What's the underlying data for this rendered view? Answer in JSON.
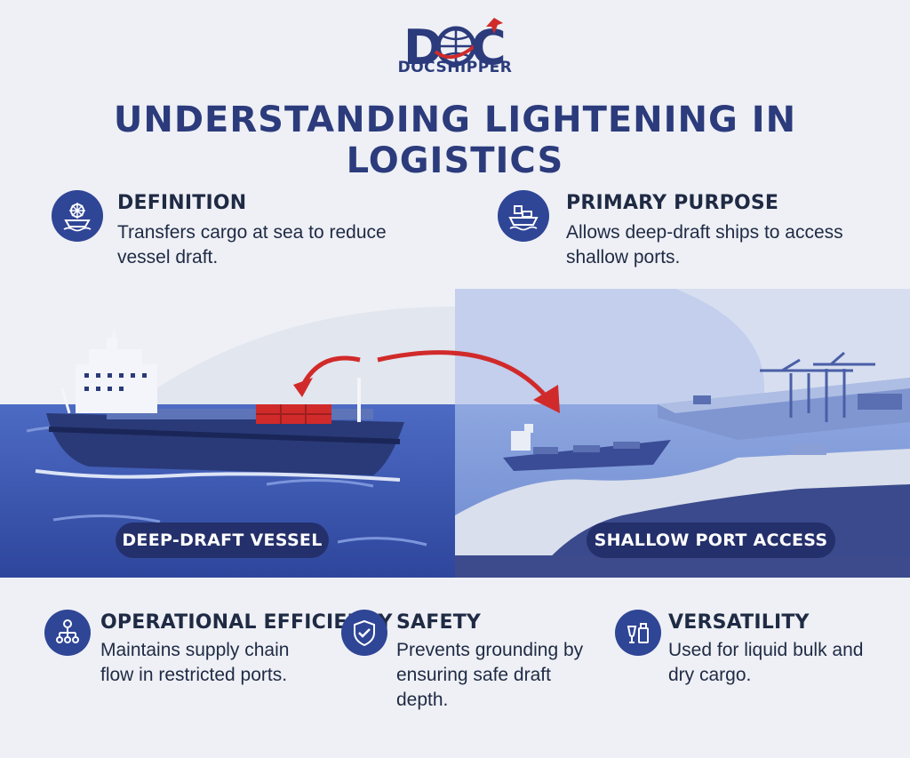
{
  "brand": {
    "logo_letters": "DOC",
    "name": "DOCSHIPPER"
  },
  "title": "UNDERSTANDING LIGHTENING IN LOGISTICS",
  "top_blocks": [
    {
      "icon": "ship-wheel-icon",
      "title": "DEFINITION",
      "text": "Transfers cargo at sea to reduce vessel draft."
    },
    {
      "icon": "cargo-ship-icon",
      "title": "PRIMARY PURPOSE",
      "text": "Allows deep-draft ships to access shallow ports."
    }
  ],
  "scene": {
    "left_label": "DEEP-DRAFT VESSEL",
    "right_label": "SHALLOW PORT ACCESS"
  },
  "bottom_blocks": [
    {
      "icon": "team-network-icon",
      "title": "OPERATIONAL EFFICIENCY",
      "text": "Maintains supply chain flow in restricted ports."
    },
    {
      "icon": "shield-check-icon",
      "title": "SAFETY",
      "text": "Prevents grounding by ensuring safe draft depth."
    },
    {
      "icon": "liquid-bulk-icon",
      "title": "VERSATILITY",
      "text": "Used for liquid bulk and dry cargo."
    }
  ],
  "colors": {
    "background": "#eef0f5",
    "navy": "#2b3b7c",
    "icon_circle": "#2f4596",
    "sea": "#3a56b0",
    "cargo_red": "#d12a2a",
    "pill": "#24306b"
  }
}
